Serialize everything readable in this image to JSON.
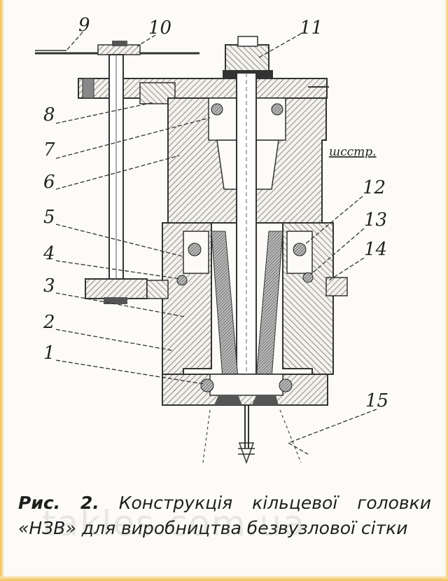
{
  "figure": {
    "part_labels": [
      "9",
      "10",
      "11",
      "8",
      "7",
      "6",
      "5",
      "4",
      "3",
      "2",
      "1",
      "12",
      "13",
      "14",
      "15"
    ],
    "note_label": "шсстр.",
    "colors": {
      "background": "#fcfbf7",
      "border": "#f2c15a",
      "ink": "#222222",
      "hatch": "#555555"
    }
  },
  "caption": {
    "prefix": "Рис. 2.",
    "text": "Конструкція кільцевої головки «НЗВ» для виробництва безвузлової сітки"
  },
  "watermark": "takles.com.ua"
}
